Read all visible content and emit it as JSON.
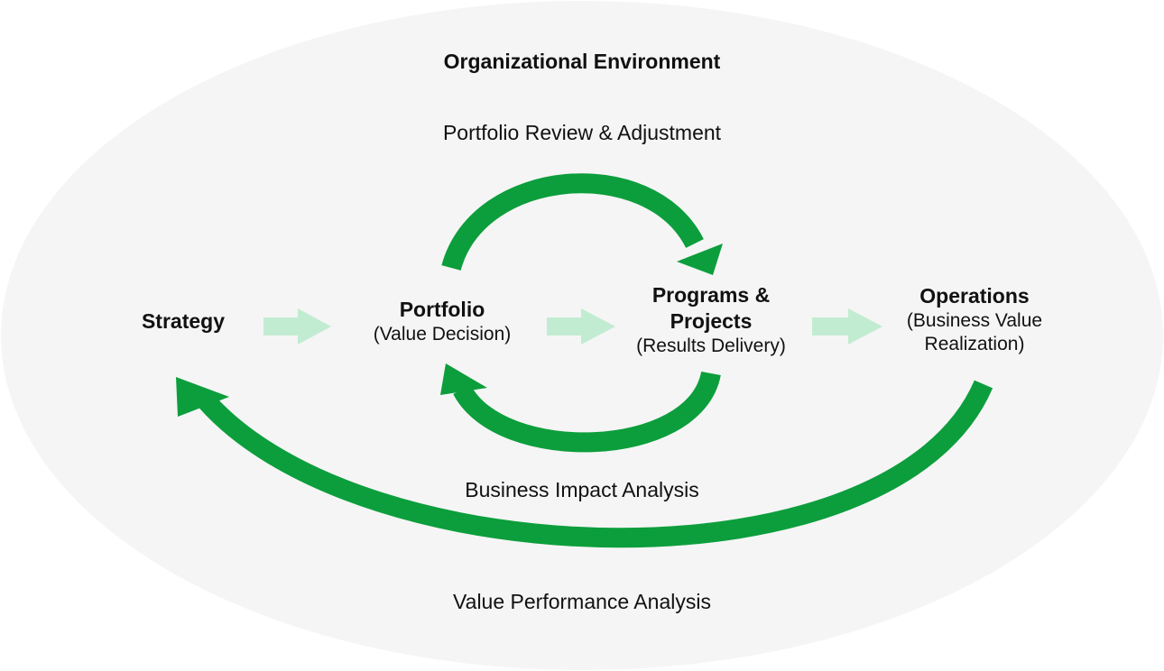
{
  "title": "Organizational Environment",
  "colors": {
    "background_ellipse": "#f5f5f5",
    "cycle_arrow": "#0c9e3c",
    "step_arrow": "#c2ecd2"
  },
  "loops": {
    "top": "Portfolio Review & Adjustment",
    "middle": "Business Impact Analysis",
    "bottom": "Value Performance Analysis"
  },
  "nodes": {
    "strategy": {
      "title": "Strategy"
    },
    "portfolio": {
      "title": "Portfolio",
      "subtitle": "(Value Decision)"
    },
    "programs": {
      "title_line1": "Programs &",
      "title_line2": "Projects",
      "subtitle": "(Results Delivery)"
    },
    "operations": {
      "title": "Operations",
      "subtitle_line1": "(Business Value",
      "subtitle_line2": "Realization)"
    }
  },
  "icons": {
    "step_arrow": "right-arrow-icon",
    "cycle_arrow": "curved-arrow-icon"
  }
}
